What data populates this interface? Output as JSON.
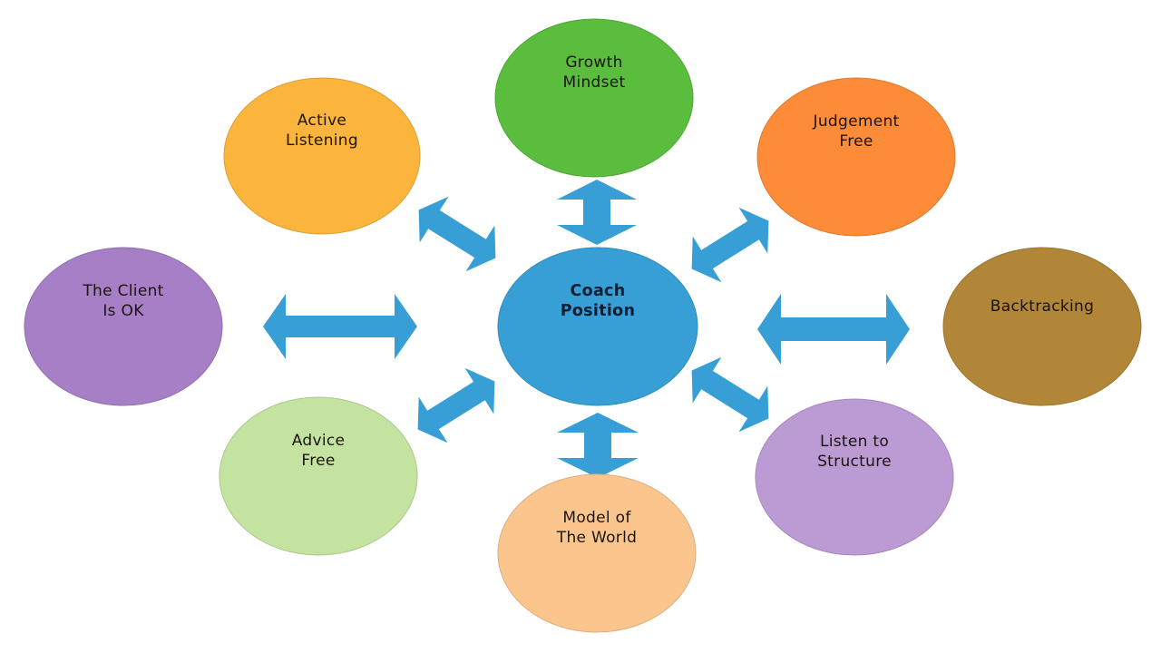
{
  "diagram": {
    "title": "Coach Position",
    "arrow_color": "#379fd6",
    "center": {
      "id": "coach-position",
      "lines": [
        "Coach",
        "Position"
      ],
      "color": "#379fd6"
    },
    "nodes": [
      {
        "id": "growth-mindset",
        "lines": [
          "Growth",
          "Mindset"
        ],
        "color": "#5bbd3d",
        "position": "top"
      },
      {
        "id": "judgement-free",
        "lines": [
          "Judgement",
          "Free"
        ],
        "color": "#fd8b37",
        "position": "top-right"
      },
      {
        "id": "backtracking",
        "lines": [
          "Backtracking"
        ],
        "color": "#b18638",
        "position": "right"
      },
      {
        "id": "listen-to-structure",
        "lines": [
          "Listen to",
          "Structure"
        ],
        "color": "#bc9bd5",
        "position": "bottom-right"
      },
      {
        "id": "model-of-the-world",
        "lines": [
          "Model of",
          "The World"
        ],
        "color": "#fbc68e",
        "position": "bottom"
      },
      {
        "id": "advice-free",
        "lines": [
          "Advice",
          "Free"
        ],
        "color": "#c5e3a0",
        "position": "bottom-left"
      },
      {
        "id": "the-client-is-ok",
        "lines": [
          "The Client",
          "Is OK"
        ],
        "color": "#a67fc6",
        "position": "left"
      },
      {
        "id": "active-listening",
        "lines": [
          "Active",
          "Listening"
        ],
        "color": "#fbb53c",
        "position": "top-left"
      }
    ],
    "connections": [
      {
        "from": "coach-position",
        "to": "growth-mindset",
        "type": "bidirectional"
      },
      {
        "from": "coach-position",
        "to": "judgement-free",
        "type": "bidirectional"
      },
      {
        "from": "coach-position",
        "to": "backtracking",
        "type": "bidirectional"
      },
      {
        "from": "coach-position",
        "to": "listen-to-structure",
        "type": "bidirectional"
      },
      {
        "from": "coach-position",
        "to": "model-of-the-world",
        "type": "bidirectional"
      },
      {
        "from": "coach-position",
        "to": "advice-free",
        "type": "bidirectional"
      },
      {
        "from": "coach-position",
        "to": "the-client-is-ok",
        "type": "bidirectional"
      },
      {
        "from": "coach-position",
        "to": "active-listening",
        "type": "bidirectional"
      }
    ]
  }
}
